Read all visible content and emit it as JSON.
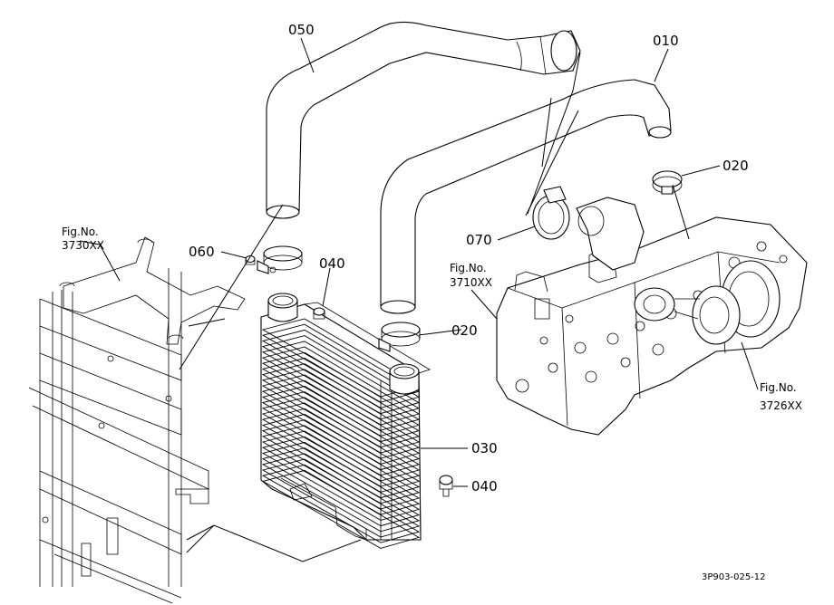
{
  "diagram": {
    "callouts": {
      "p050": "050",
      "p010": "010",
      "p020_top": "020",
      "p070": "070",
      "p060": "060",
      "p040_top": "040",
      "p020_mid": "020",
      "p030": "030",
      "p040_bot": "040"
    },
    "figure_refs": {
      "left": {
        "line1": "Fig.No.",
        "line2": "3730XX"
      },
      "center": {
        "line1": "Fig.No.",
        "line2": "3710XX"
      },
      "right": {
        "line1": "Fig.No.",
        "line2": "3726XX"
      }
    },
    "drawing_code": "3P903-025-12"
  }
}
